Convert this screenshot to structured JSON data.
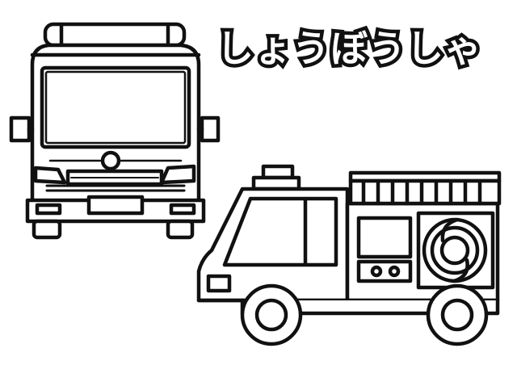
{
  "title": "しょうぼうしゃ",
  "colors": {
    "ink": "#111111",
    "paper": "#ffffff"
  },
  "illustrations": [
    "fire-engine-front-view",
    "fire-engine-side-view"
  ]
}
